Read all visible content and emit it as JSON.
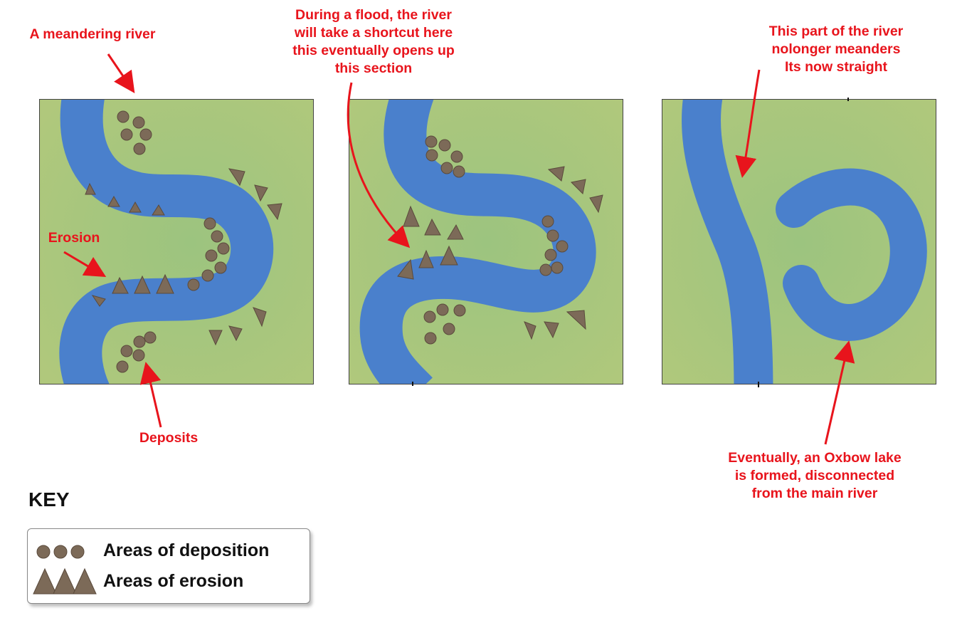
{
  "labels": {
    "meandering": "A meandering river",
    "erosion": "Erosion",
    "deposits": "Deposits",
    "flood": "During a flood, the river\nwill take a shortcut here\nthis eventually opens up\nthis section",
    "straight": "This part of the river\nnolonger meanders\nIts now straight",
    "oxbow": "Eventually, an Oxbow lake\nis formed, disconnected\nfrom the main river"
  },
  "key": {
    "title": "KEY",
    "deposition": "Areas of deposition",
    "erosion": "Areas of erosion"
  },
  "colors": {
    "land": "#a8c882",
    "river": "#4a80cc",
    "marker": "#7c6a58",
    "annotation": "#e8141c"
  }
}
